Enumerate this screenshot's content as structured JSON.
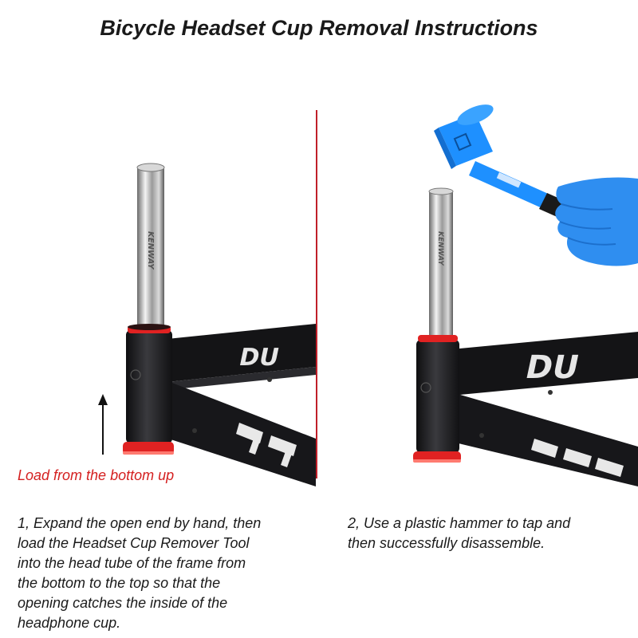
{
  "page": {
    "title": "Bicycle Headset Cup Removal Instructions"
  },
  "left_panel": {
    "tool_brand": "KENWAY",
    "frame_lettering": "DU",
    "arrow_label": "Load from the bottom up"
  },
  "right_panel": {
    "tool_brand": "KENWAY",
    "frame_lettering": "DU"
  },
  "steps": [
    {
      "text": "1, Expand the open end by hand, then\nload the Headset Cup Remover Tool\ninto the head tube of the frame from\nthe bottom to the top so that the\nopening catches the inside of the\nheadphone cup."
    },
    {
      "text": "2, Use a plastic hammer to tap and\nthen successfully disassemble."
    }
  ],
  "colors": {
    "frame": "#1c1c1e",
    "cup_red": "#e02222",
    "divider": "#c0202a",
    "hammer_blue": "#1e90ff",
    "glove_blue": "#2f8ef0",
    "label_red": "#d42020"
  }
}
